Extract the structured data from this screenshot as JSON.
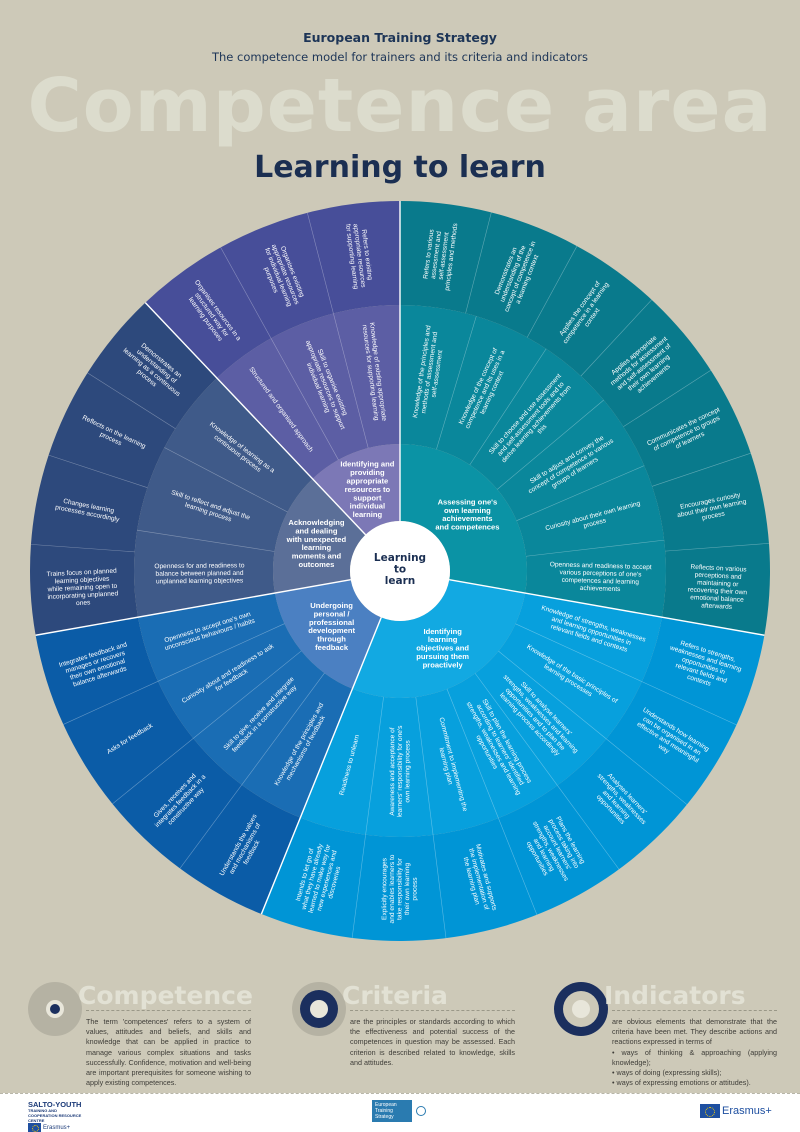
{
  "header": {
    "org": "European Training Strategy",
    "subtitle": "The competence model for trainers and its criteria and indicators",
    "watermark": "Competence area",
    "title": "Learning to learn"
  },
  "wheel": {
    "center_label": [
      "Learning",
      "to",
      "learn"
    ],
    "categories": [
      {
        "label": "Assessing one's own learning achievements and competences",
        "angle_span_deg": [
          0,
          100
        ],
        "colors": {
          "inner": "#0b93a5",
          "mid": "#0a879b",
          "outer": "#097a8c"
        },
        "criteria": [
          "Knowledge of the principles and methods of assessment and self-assessment",
          "Knowledge of the concept of competence and its uses in a learning context",
          "Skill to choose and use assessment and self-assessment tools and to derive learning achievements from this",
          "Skill to adjust and convey the concept of competence to various groups of learners",
          "Curiosity about their own learning process",
          "Openness and readiness to accept various perceptions of one's competences and learning achievements"
        ],
        "indicators": [
          "Refers to various assessment and self-assessment principles and methods",
          "Demonstrates an understanding of the concept of competence in a learning context",
          "Applies the concept of competence in a learning context",
          "Applies appropriate methods for assessment and self-assessment of their own learning achievements",
          "Communicates the concept of competence to groups of learners",
          "Encourages curiosity about their own learning process",
          "Reflects on various perceptions and maintaining or recovering their own emotional balance afterwards"
        ]
      },
      {
        "label": "Identifying learning objectives and pursuing them proactively",
        "angle_span_deg": [
          100,
          202
        ],
        "colors": {
          "inner": "#12a9e2",
          "mid": "#07a0dd",
          "outer": "#0095d6"
        },
        "criteria": [
          "Knowledge of strengths, weaknesses and learning opportunities in relevant fields and contexts",
          "Knowledge of the basic principles of learning processes",
          "Skill to analyse learners' strengths, weaknesses and learning opportunities and to plan the learning process accordingly",
          "Skill to plan the learning process according to learners' identified strengths, weaknesses and learning opportunities",
          "Commitment to implementing the learning plan",
          "Awareness and acceptance of learners' responsibility for one's own learning process",
          "Readiness to unlearn"
        ],
        "indicators": [
          "Refers to strengths, weaknesses and learning opportunities in relevant fields and contexts",
          "Understands how learning can be organised in an effective and meaningful way",
          "Analyses learners' strengths, weaknesses and learning opportunities",
          "Plans the learning process taking into account learners' strengths, weaknesses and learning opportunities",
          "Motivates and supports the implementation of the learning plan",
          "Explicitly encourages and enables learners to take responsibility for their own learning process",
          "Intends to let go of what they have already learned to make way for new experiences and discoveries"
        ]
      },
      {
        "label": "Undergoing personal / professional development through feedback",
        "angle_span_deg": [
          202,
          260
        ],
        "colors": {
          "inner": "#4b80c2",
          "mid": "#1a6db4",
          "outer": "#0b5ca7"
        },
        "criteria": [
          "Knowledge of the principles and mechanisms of feedback",
          "Skill to give, receive and integrate feedback in a constructive way",
          "Curiosity about and readiness to ask for feedback",
          "Openness to accept one's own unconscious behaviours / habits"
        ],
        "indicators": [
          "Understands the values and mechanisms of feedback",
          "Gives, receives and integrates feedback in a constructive way",
          "Asks for feedback",
          "Integrates feedback and manages or recovers their own emotional balance afterwards"
        ]
      },
      {
        "label": "Acknowledging and dealing with unexpected learning moments and outcomes",
        "angle_span_deg": [
          260,
          316.5
        ],
        "colors": {
          "inner": "#5b6f98",
          "mid": "#3f5a89",
          "outer": "#2d497c"
        },
        "criteria": [
          "Openness for and readiness to balance between planned and unplanned learning objectives",
          "Skill to reflect and adjust the learning process",
          "Knowledge of learning as a continuous process"
        ],
        "indicators": [
          "Trains focus on planned learning objectives while remaining open to incorporating unplanned ones",
          "Changes learning processes accordingly",
          "Reflects on the learning process",
          "Demonstrates an understanding of learning as a continuous process"
        ]
      },
      {
        "label": "Identifying and providing appropriate resources to support individual learning",
        "angle_span_deg": [
          316.5,
          360
        ],
        "colors": {
          "inner": "#7c78b6",
          "mid": "#5c5ea4",
          "outer": "#474e99"
        },
        "criteria": [
          "Structured and organised approach",
          "Skill to organise existing appropriate resources to support individual learning",
          "Knowledge of existing appropriate resources for supporting learning"
        ],
        "indicators": [
          "Organises resources in a structured way for learning purposes",
          "Organises existing appropriate resources for individual learning purposes",
          "Refers to existing appropriate resources for supporting learning"
        ]
      }
    ]
  },
  "legend": [
    {
      "title": "Competence",
      "text": "The term 'competences' refers to a system of values, attitudes and beliefs, and skills and knowledge that can be applied in practice to manage various complex situations and tasks successfully. Confidence, motivation and well-being are important prerequisites for someone wishing to apply existing competences."
    },
    {
      "title": "Criteria",
      "text": "are the principles or standards according to which the effectiveness and potential success of the competences in question may be assessed. Each criterion is described related to knowledge, skills and attitudes."
    },
    {
      "title": "Indicators",
      "text": "are obvious elements that demonstrate that the criteria have been met. They describe actions and reactions expressed in terms of",
      "bullets": [
        "• ways of thinking & approaching (applying knowledge);",
        "• ways of doing (expressing skills);",
        "• ways of expressing emotions or attitudes)."
      ]
    }
  ],
  "footer": {
    "salto_name": "SALTO-YOUTH",
    "salto_sub": "TRAINING AND COOPERATION RESOURCE CENTRE",
    "salto_erasmus": "Erasmus+",
    "ets_logo": "European Training Strategy",
    "erasmus": "Erasmus+"
  }
}
